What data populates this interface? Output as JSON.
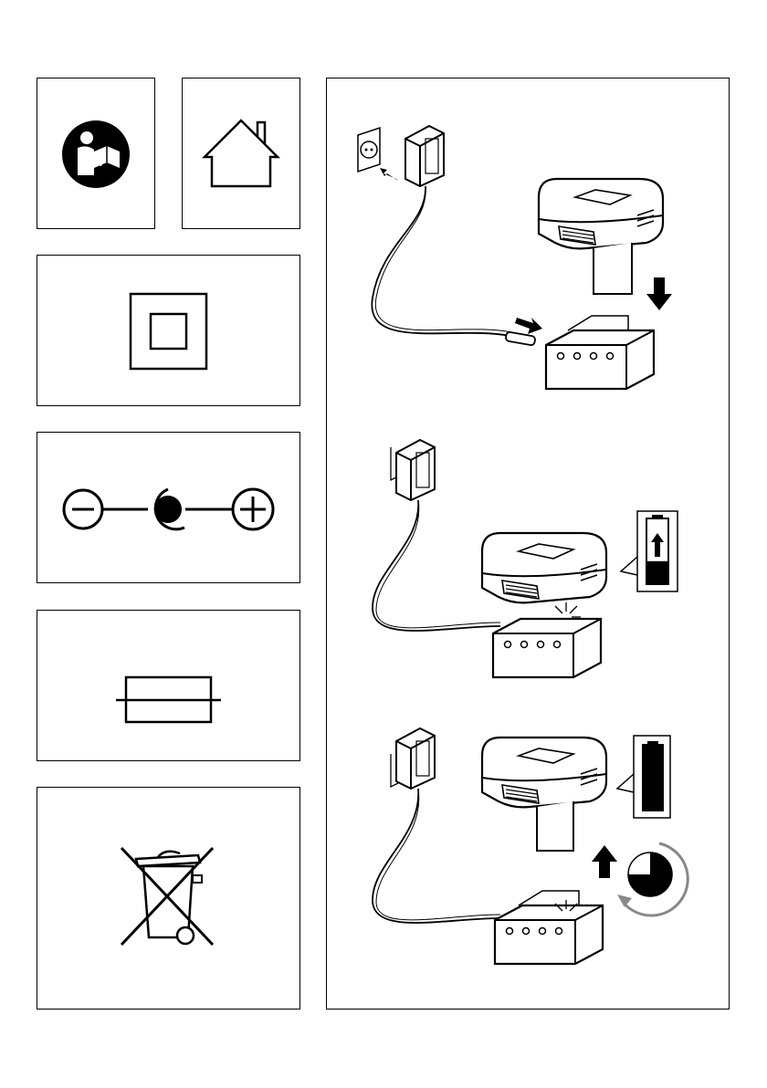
{
  "page": {
    "background": "#ffffff",
    "ink": "#000000"
  },
  "symbols": [
    {
      "name": "read-manual-icon"
    },
    {
      "name": "indoor-use-house-icon"
    },
    {
      "name": "class-ii-double-insulation-icon"
    },
    {
      "name": "dc-polarity-icon"
    },
    {
      "name": "fuse-icon"
    },
    {
      "name": "weee-crossed-bin-icon"
    }
  ],
  "charging_steps": [
    {
      "step": 1,
      "name": "connect-charger-step"
    },
    {
      "step": 2,
      "name": "charging-step"
    },
    {
      "step": 3,
      "name": "fully-charged-step"
    }
  ],
  "battery_level": {
    "charging": 0.35,
    "full": 1.0
  },
  "charge_timer_fraction": 0.75
}
